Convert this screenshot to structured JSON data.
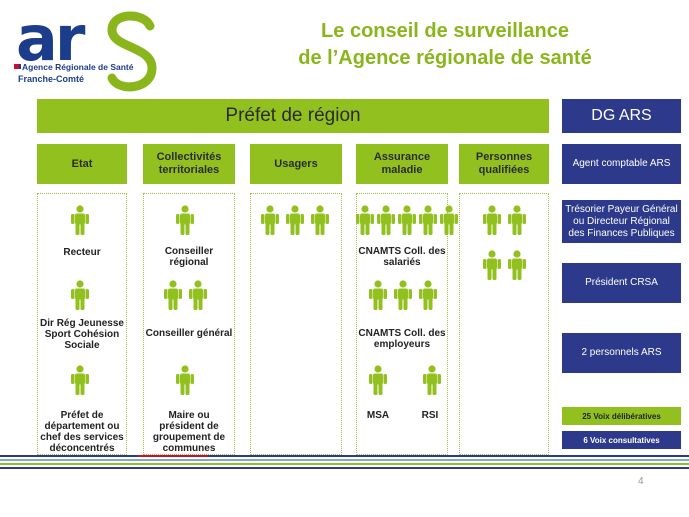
{
  "colors": {
    "green": "#92c11f",
    "navy": "#2d3a8c",
    "title_green": "#8ab61b",
    "logo_blue": "#1c3d8c"
  },
  "logo": {
    "line1": "Agence Régionale de Santé",
    "line2": "Franche-Comté"
  },
  "title": {
    "line1": "Le conseil de surveillance",
    "line2": "de l’Agence régionale de santé"
  },
  "prefet": "Préfet de région",
  "dg_ars": "DG ARS",
  "columns": [
    {
      "header": "Etat",
      "labels": [
        "Recteur",
        "Dir Rég Jeunesse Sport Cohésion Sociale",
        "Préfet de département ou chef des services déconcentrés"
      ]
    },
    {
      "header": "Collectivités territoriales",
      "labels": [
        "Conseiller régional",
        "Conseiller général",
        "Maire ou président de groupement de communes"
      ]
    },
    {
      "header": "Usagers",
      "labels": []
    },
    {
      "header": "Assurance maladie",
      "labels": [
        "CNAMTS Coll. des salariés",
        "CNAMTS Coll. des employeurs",
        "MSA",
        "RSI"
      ]
    },
    {
      "header": "Personnes qualifiées",
      "labels": []
    }
  ],
  "right_boxes": [
    "Agent comptable ARS",
    "Trésorier Payeur Général ou Directeur Régional des Finances Publiques",
    "Président CRSA",
    "2 personnels ARS"
  ],
  "voix": {
    "deliberatives": "25 Voix délibératives",
    "consultatives": "6 Voix consultatives"
  },
  "page_number": "4"
}
